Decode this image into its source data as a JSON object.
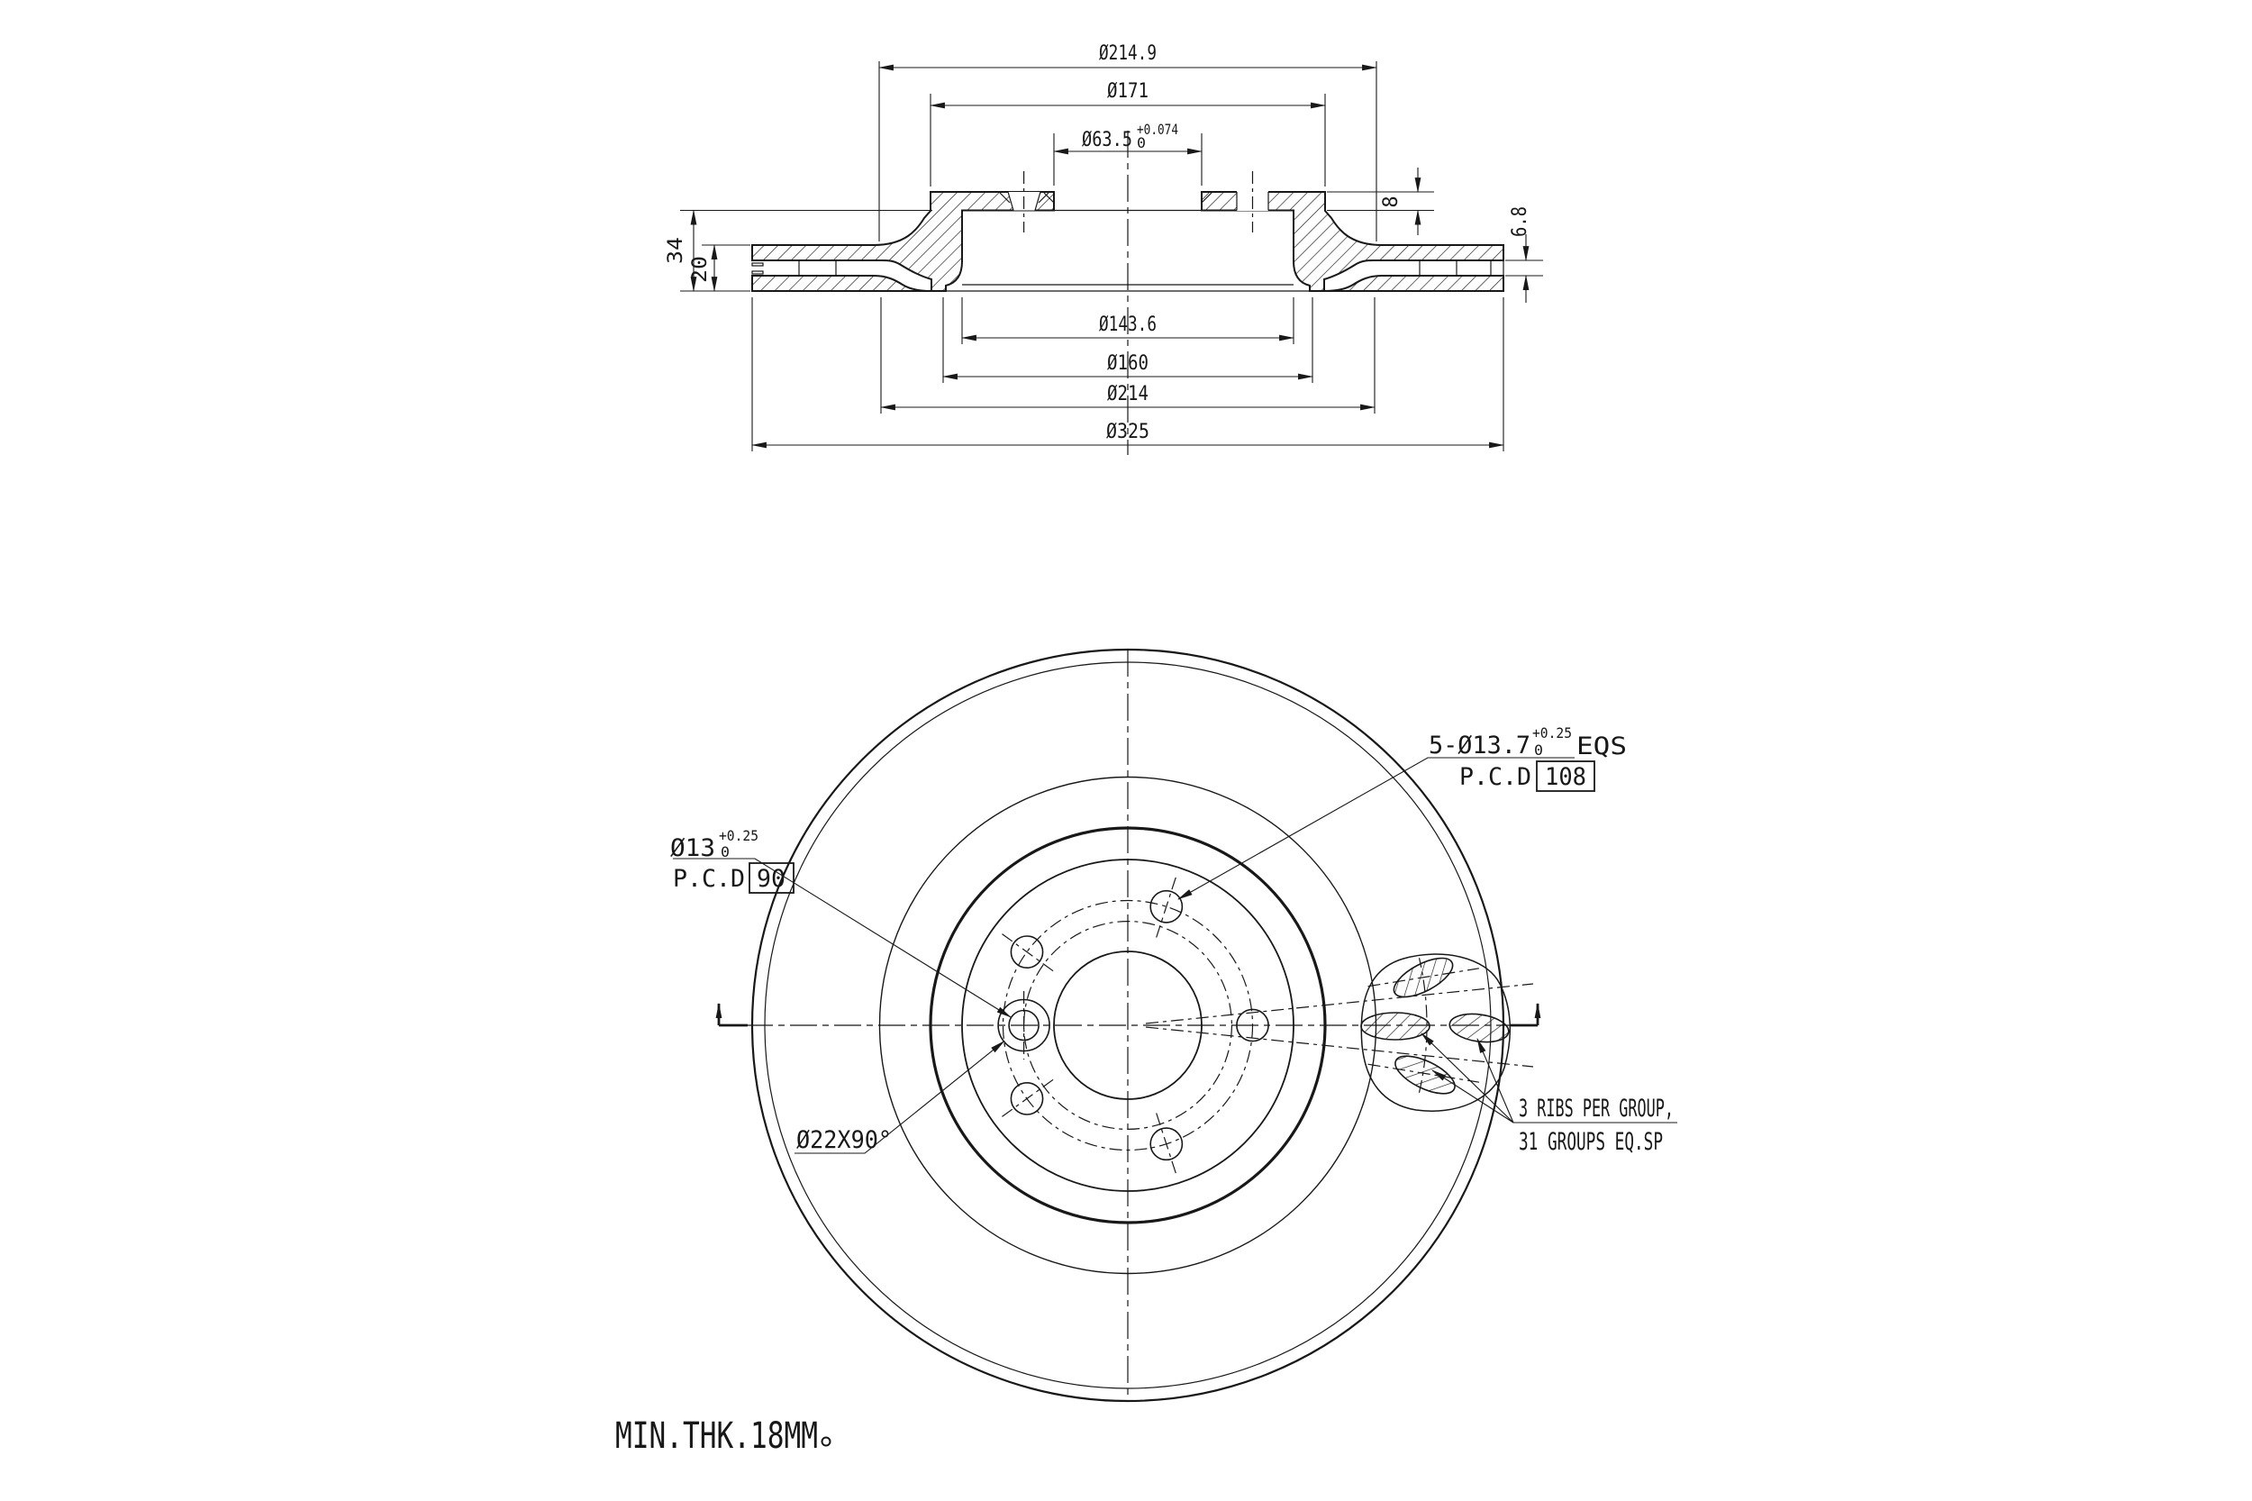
{
  "drawing": {
    "section": {
      "dia_braking_inner_top": "Ø214.9",
      "dia_hat_face": "Ø171",
      "dia_center_bore": "Ø63.5",
      "center_bore_tol_upper": "+0.074",
      "center_bore_tol_lower": "0",
      "overall_height": "34",
      "disc_thickness": "20",
      "hat_plate_thickness": "8",
      "vent_gap": "6.8",
      "dia_hat_register": "Ø143.6",
      "dia_hat_outer": "Ø160",
      "dia_braking_inner_bottom": "Ø214",
      "dia_disc_outer": "Ø325"
    },
    "front": {
      "bolt_hole_callout": "5-Ø13.7",
      "bolt_hole_tol_upper": "+0.25",
      "bolt_hole_tol_lower": "0",
      "bolt_hole_suffix": "EQS",
      "bolt_pcd_label": "P.C.D",
      "bolt_pcd_value": "108",
      "pilot_hole_callout": "Ø13",
      "pilot_hole_tol_upper": "+0.25",
      "pilot_hole_tol_lower": "0",
      "pilot_pcd_label": "P.C.D",
      "pilot_pcd_value": "90",
      "countersink_callout": "Ø22X90°",
      "rib_note_line1": "3 RIBS PER GROUP,",
      "rib_note_line2": "31 GROUPS EQ.SP"
    },
    "min_thickness_note": "MIN.THK.18MM"
  }
}
